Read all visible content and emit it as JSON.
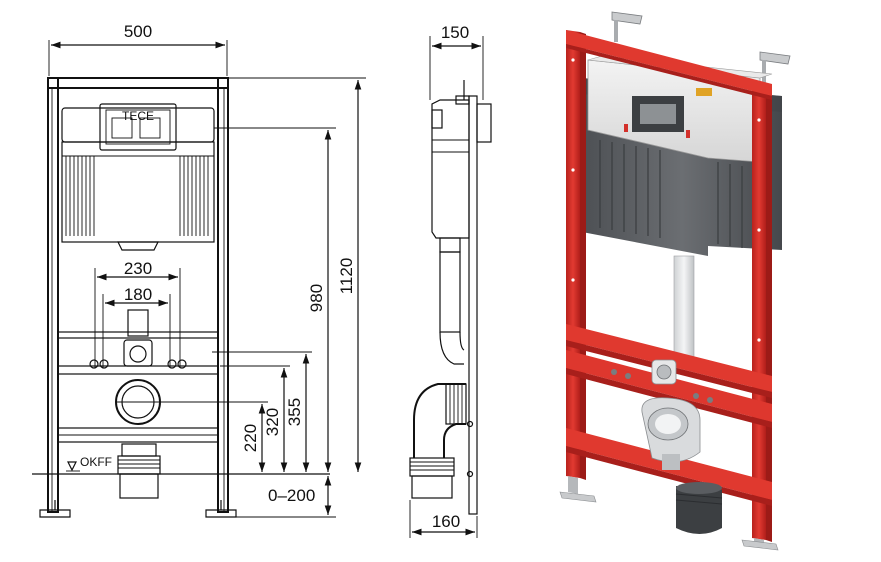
{
  "front_view": {
    "dim_width": "500",
    "dim_230": "230",
    "dim_180": "180",
    "dim_980": "980",
    "dim_1120": "1120",
    "dim_355": "355",
    "dim_320": "320",
    "dim_220": "220",
    "dim_floor_range": "0–200",
    "floor_label": "OKFF",
    "brand_label": "TECE"
  },
  "side_view": {
    "dim_depth_top": "150",
    "dim_depth_bottom": "160"
  },
  "colors": {
    "frame_red": "#d8332c",
    "tank_grey": "#5a5d61",
    "line": "#111111"
  }
}
